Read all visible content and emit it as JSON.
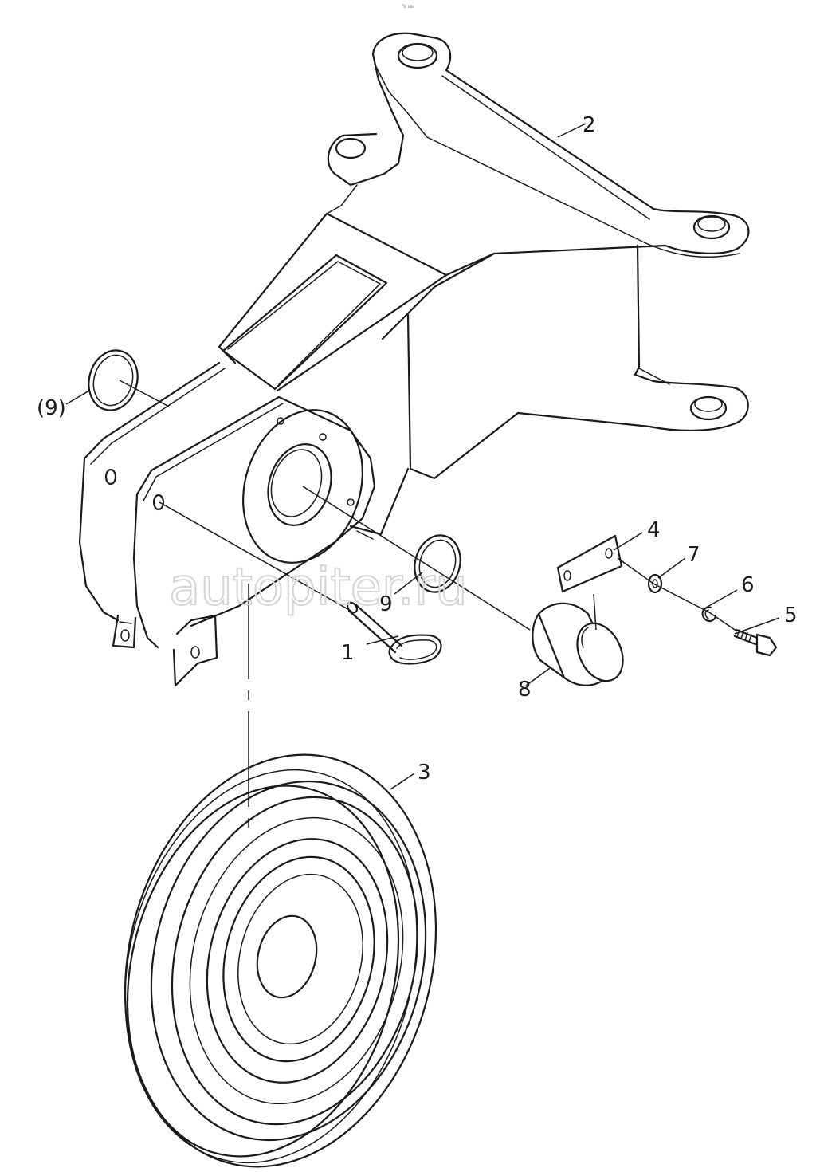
{
  "diagram": {
    "labels": {
      "l1": "1",
      "l2": "2",
      "l3": "3",
      "l4": "4",
      "l5": "5",
      "l6": "6",
      "l7": "7",
      "l8": "8",
      "l9": "9",
      "l9ref": "(9)"
    },
    "watermark": "autopiter.ru",
    "corner_mark": "⁰₀ ₀₀₀"
  }
}
